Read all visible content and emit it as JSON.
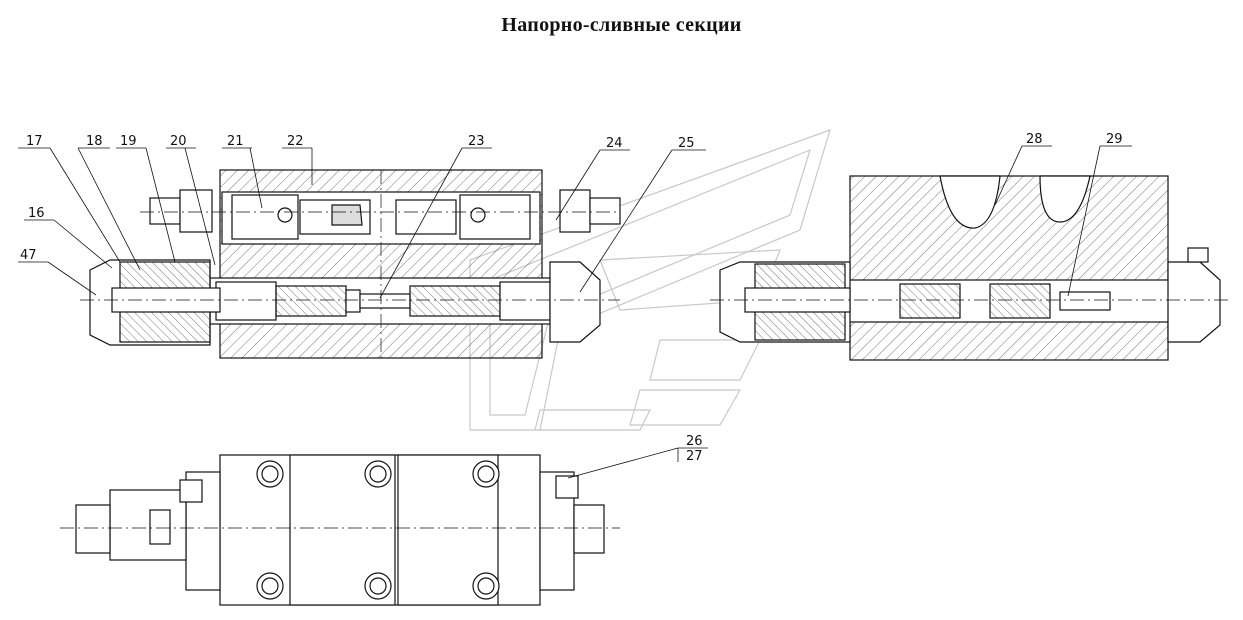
{
  "title": "Напорно-сливные секции",
  "callouts": [
    "17",
    "18",
    "19",
    "20",
    "21",
    "22",
    "23",
    "24",
    "25",
    "16",
    "47",
    "28",
    "29",
    "26",
    "27"
  ]
}
